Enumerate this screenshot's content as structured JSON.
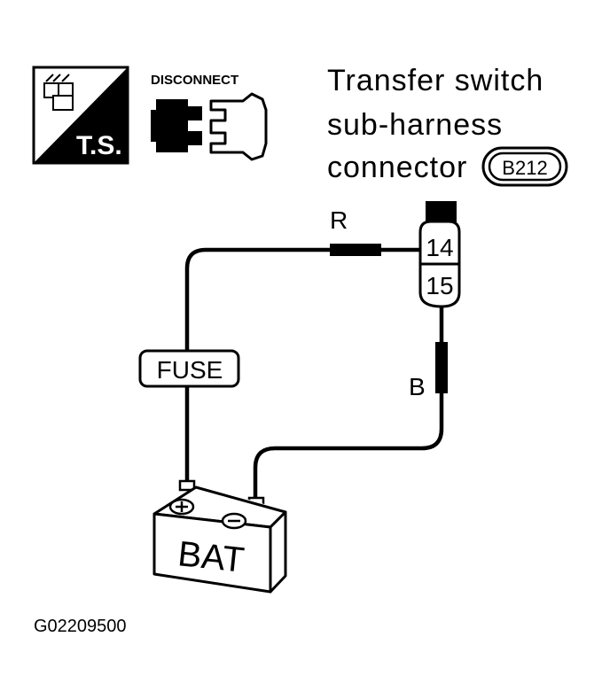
{
  "ts_icon": {
    "label": "T.S."
  },
  "disconnect_icon": {
    "label": "DISCONNECT"
  },
  "title": {
    "line1": "Transfer switch",
    "line2": "sub-harness",
    "line3": "connector"
  },
  "connector_id": "B212",
  "terminals": {
    "upper": "14",
    "lower": "15"
  },
  "wire_colors": {
    "top": "R",
    "right": "B"
  },
  "fuse_label": "FUSE",
  "battery": {
    "label": "BAT"
  },
  "figure_code": "G02209500"
}
